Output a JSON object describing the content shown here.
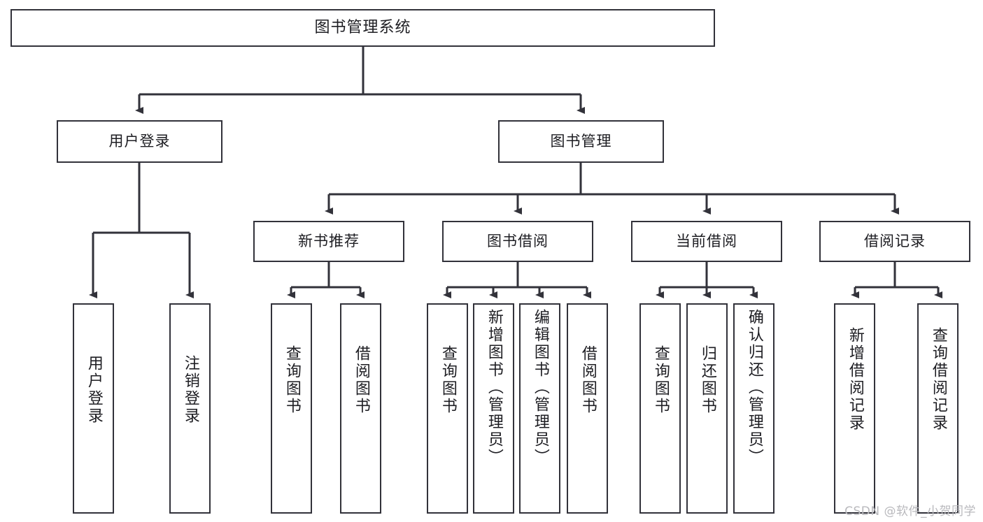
{
  "diagram": {
    "title": "图书管理系统",
    "type": "tree-hierarchy-chart",
    "stroke_color": "#32323a",
    "background_color": "#ffffff",
    "watermark": "CSDN @软件_小贺同学",
    "nodes": {
      "root": {
        "label": "图书管理系统"
      },
      "level2": [
        {
          "label": "用户登录"
        },
        {
          "label": "图书管理"
        }
      ],
      "level3": [
        {
          "label": "新书推荐"
        },
        {
          "label": "图书借阅"
        },
        {
          "label": "当前借阅"
        },
        {
          "label": "借阅记录"
        }
      ],
      "leaves": {
        "user_login": [
          {
            "label": "用户登录"
          },
          {
            "label": "注销登录"
          }
        ],
        "new_book_recommend": [
          {
            "label": "查询图书"
          },
          {
            "label": "借阅图书"
          }
        ],
        "book_borrow": [
          {
            "label": "查询图书"
          },
          {
            "label": "新增图书（管理员）"
          },
          {
            "label": "编辑图书（管理员）"
          },
          {
            "label": "借阅图书"
          }
        ],
        "current_borrow": [
          {
            "label": "查询图书"
          },
          {
            "label": "归还图书"
          },
          {
            "label": "确认归还（管理员）"
          }
        ],
        "borrow_record": [
          {
            "label": "新增借阅记录"
          },
          {
            "label": "查询借阅记录"
          }
        ]
      }
    }
  }
}
